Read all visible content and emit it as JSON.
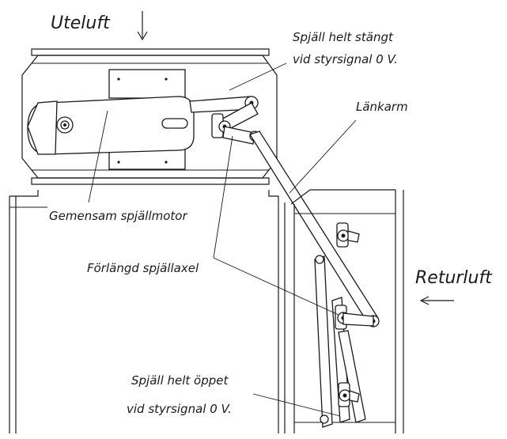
{
  "labels": {
    "uteluft": "Uteluft",
    "returluft": "Returluft",
    "spjall_stangt_line1": "Spjäll helt stängt",
    "spjall_stangt_line2": "vid styrsignal 0 V.",
    "lankarm": "Länkarm",
    "gemensam_spjallmotor": "Gemensam spjällmotor",
    "forlangd_spjallaxel": "Förlängd spjällaxel",
    "spjall_oppet_line1": "Spjäll helt öppet",
    "spjall_oppet_line2": "vid styrsignal 0 V."
  },
  "arrows": {
    "uteluft_direction": "down",
    "returluft_direction": "left"
  }
}
